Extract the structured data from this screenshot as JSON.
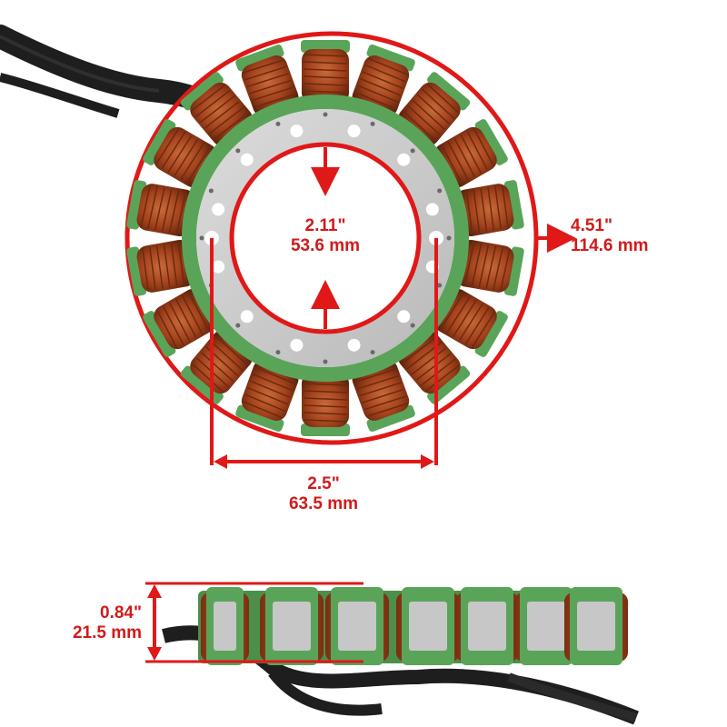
{
  "dimensions": {
    "inner_diameter": {
      "inches": "2.11\"",
      "mm": "53.6 mm"
    },
    "outer_diameter": {
      "inches": "4.51\"",
      "mm": "114.6 mm"
    },
    "bolt_spacing": {
      "inches": "2.5\"",
      "mm": "63.5 mm"
    },
    "height": {
      "inches": "0.84\"",
      "mm": "21.5 mm"
    }
  },
  "colors": {
    "dimension_red": "#e01818",
    "copper": "#a8421c",
    "insulation_green": "#5aa45a",
    "steel_gray": "#cfcfcf",
    "cable": "#1e1e1e"
  }
}
